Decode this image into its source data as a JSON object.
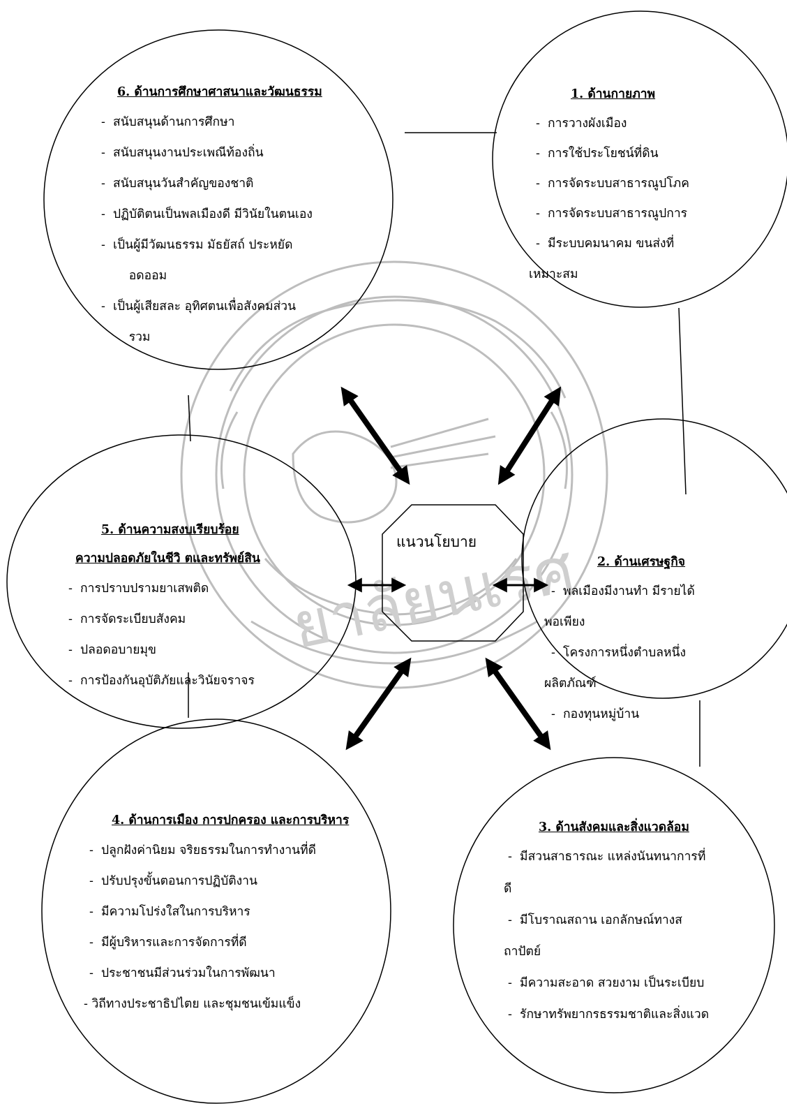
{
  "center": {
    "label": "แนวนโยบาย"
  },
  "circles": [
    {
      "id": "c1",
      "title": "1.  ด้านกายภาพ",
      "items": [
        "-  การวางผังเมือง",
        "-  การใช้ประโยชน์ที่ดิน",
        "-  การจัดระบบสาธารณูปโภค",
        "-  การจัดระบบสาธารณูปการ",
        "-  มีระบบคมนาคม ขนส่งที่",
        "เหมาะสม"
      ]
    },
    {
      "id": "c2",
      "title": "2.  ด้านเศรษฐกิจ",
      "items": [
        "-  พลเมืองมีงานทำ มีรายได้",
        "พอเพียง",
        "-  โครงการหนึ่งตำบลหนึ่ง",
        "ผลิตภัณฑ์",
        "-  กองทุนหมู่บ้าน"
      ]
    },
    {
      "id": "c3",
      "title": "3.  ด้านสังคมและสิ่งแวดล้อม",
      "items": [
        "-  มีสวนสาธารณะ แหล่งนันทนาการที่",
        "ดี",
        "-  มีโบราณสถาน เอกลักษณ์ทางส",
        "ถาปัตย์",
        "-  มีความสะอาด สวยงาม เป็นระเบียบ",
        "-  รักษาทรัพยากรธรรมชาติและสิ่งแวด"
      ]
    },
    {
      "id": "c4",
      "title": "4.  ด้านการเมือง การปกครอง และการบริหาร",
      "items": [
        "-  ปลูกฝังค่านิยม จริยธรรมในการทำงานที่ดี",
        "-  ปรับปรุงขั้นตอนการปฏิบัติงาน",
        "-  มีความโปร่งใสในการบริหาร",
        "-  มีผู้บริหารและการจัดการที่ดี",
        "-  ประชาชนมีส่วนร่วมในการพัฒนา",
        "- วิถีทางประชาธิปไตย และชุมชนเข้มแข็ง"
      ]
    },
    {
      "id": "c5",
      "title": "5.  ด้านความสงบเรียบร้อย",
      "title2": "ความปลอดภัยในชีวิ ตและทรัพย์สิน",
      "items": [
        "-  การปราบปรามยาเสพติด",
        "-  การจัดระเบียบสังคม",
        "-  ปลอดอบายมุข",
        "-  การป้องกันอุบัติภัยและวินัยจราจร"
      ]
    },
    {
      "id": "c6",
      "title": "6.  ด้านการศึกษาศาสนาและวัฒนธรรม",
      "items": [
        "-  สนับสนุนด้านการศึกษา",
        "-  สนับสนุนงานประเพณีท้องถิ่น",
        "-  สนับสนุนวันสำคัญของชาติ",
        "-  ปฏิบัติตนเป็นพลเมืองดี มีวินัยในตนเอง",
        "-  เป็นผู้มีวัฒนธรรม มัธยัสถ์ ประหยัด",
        "   อดออม",
        "-  เป็นผู้เสียสละ อุทิศตนเพื่อสังคมส่วน",
        "   รวม"
      ]
    }
  ],
  "watermark": {
    "text": "ยาลัยนเรศ"
  }
}
